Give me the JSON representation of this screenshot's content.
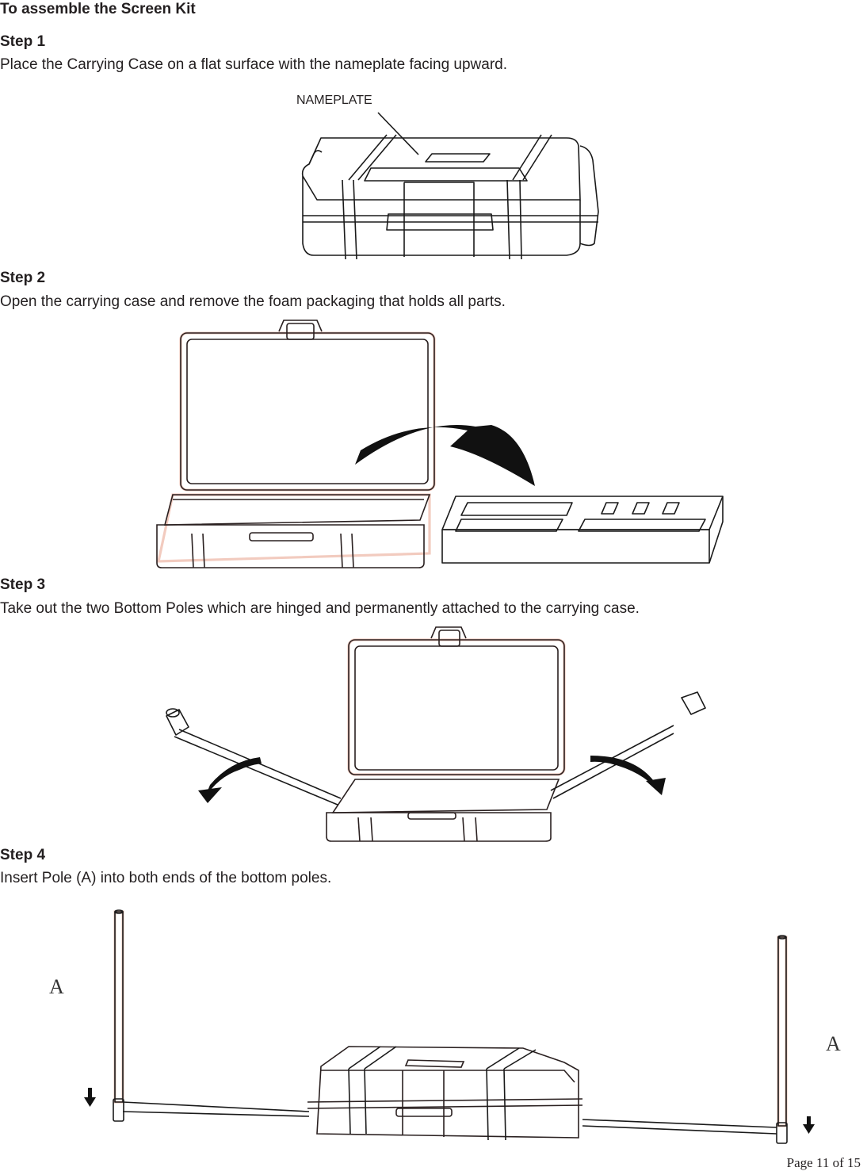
{
  "document": {
    "title": "To assemble the Screen Kit",
    "steps": [
      {
        "heading": "Step 1",
        "text": "Place the Carrying Case on a flat surface with the nameplate facing upward.",
        "figure": {
          "callout": "NAMEPLATE"
        }
      },
      {
        "heading": "Step 2",
        "text": "Open the carrying case and remove the foam packaging that holds all parts."
      },
      {
        "heading": "Step 3",
        "text": "Take out the two Bottom Poles which are hinged and permanently attached to the carrying case."
      },
      {
        "heading": "Step 4",
        "text": "Insert Pole (A) into both ends of the bottom poles.",
        "figure": {
          "label_left": "A",
          "label_right": "A"
        }
      }
    ],
    "footer": {
      "page_label": "Page 11 of  15"
    }
  },
  "icons": {
    "curved-arrow": "black curved arrow",
    "down-arrow": "⬇"
  }
}
